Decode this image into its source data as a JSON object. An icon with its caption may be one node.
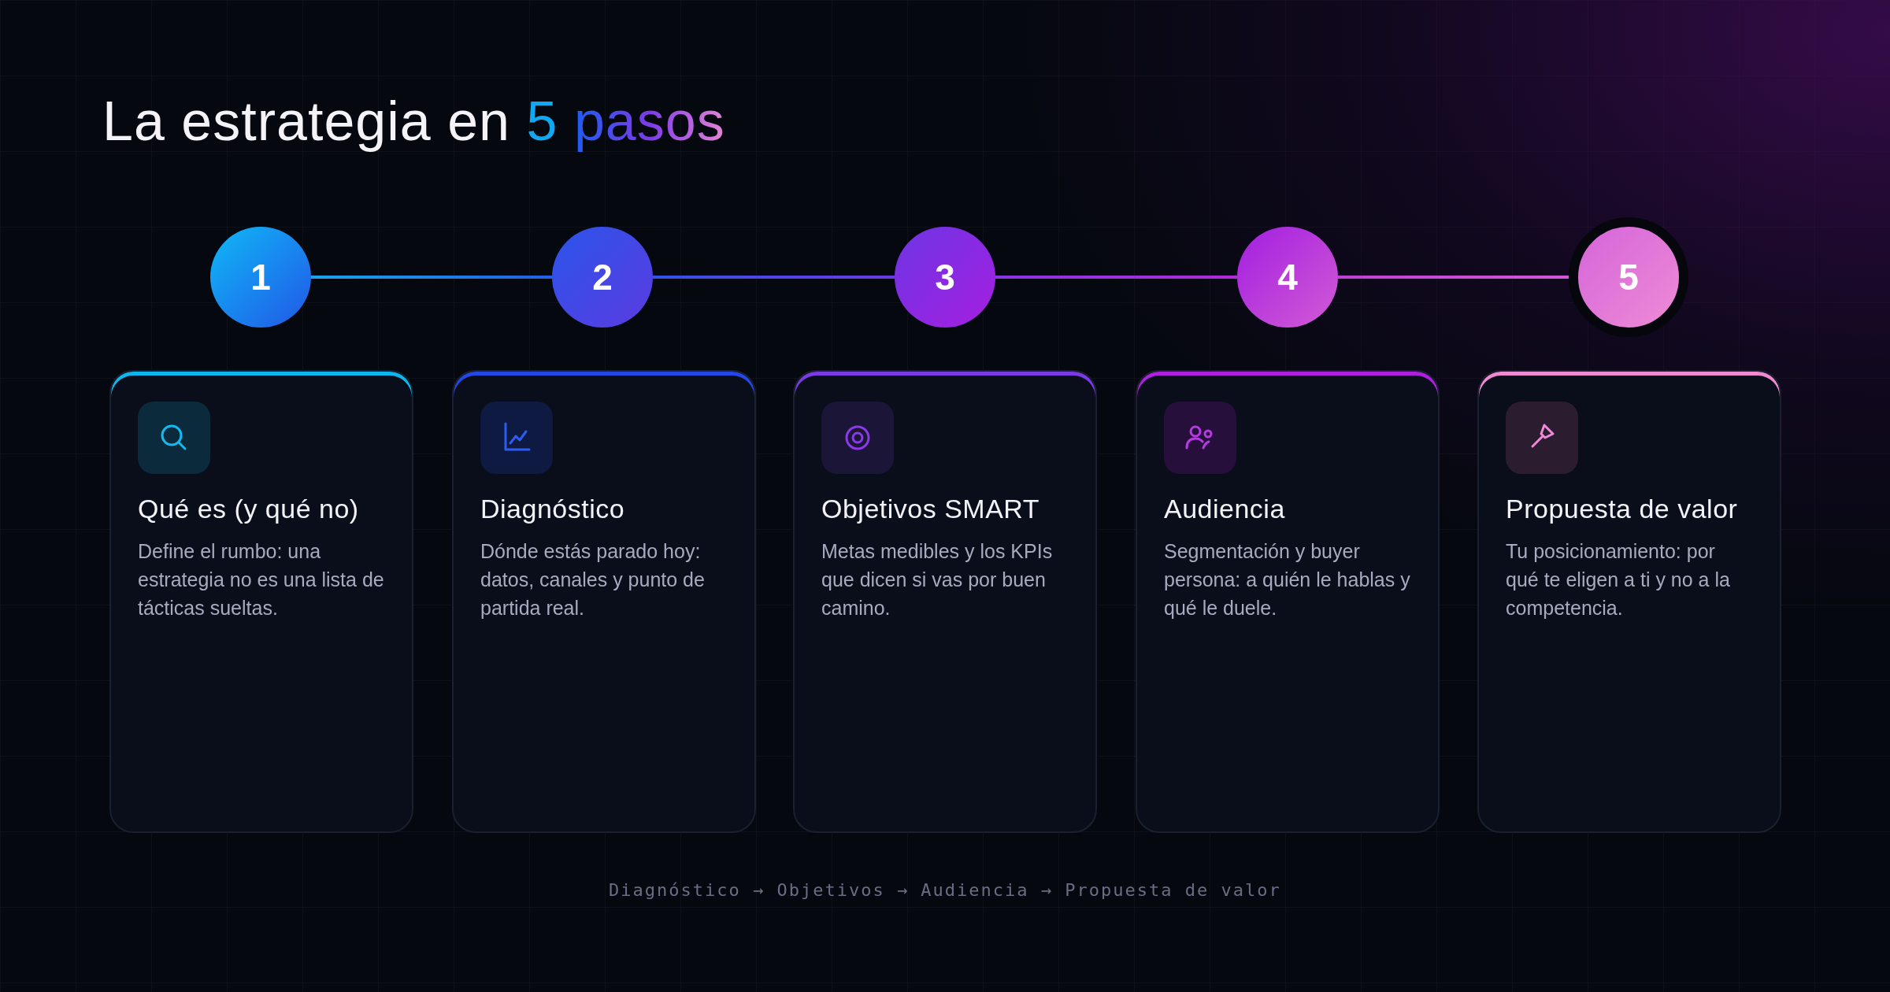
{
  "diagram": {
    "title": "La estrategia en 5 pasos",
    "nodes": [
      {
        "text": [
          "1"
        ]
      },
      {
        "text": [
          "2"
        ]
      },
      {
        "text": [
          "3"
        ]
      },
      {
        "text": [
          "4"
        ]
      },
      {
        "text": [
          "5"
        ]
      },
      {
        "text": [
          "Qué es (y qué no)",
          "Define el rumbo: una estrategia no es una lista de tácticas sueltas."
        ]
      },
      {
        "text": [
          "Diagnóstico",
          "Dónde estás parado hoy: datos, canales y punto de partida real."
        ]
      },
      {
        "text": [
          "Objetivos SMART",
          "Metas medibles y los KPIs que dicen si vas por buen camino."
        ]
      },
      {
        "text": [
          "Audiencia",
          "Segmentación y buyer persona: a quién le hablas y qué le duele."
        ]
      },
      {
        "text": [
          "Propuesta de valor",
          "Tu posicionamiento: por qué te eligen a ti y no a la competencia."
        ]
      }
    ],
    "edges": [
      {
        "from": 0,
        "to": 1,
        "arrow": "none"
      },
      {
        "from": 1,
        "to": 2,
        "arrow": "none"
      },
      {
        "from": 2,
        "to": 3,
        "arrow": "none"
      },
      {
        "from": 3,
        "to": 4,
        "arrow": "none"
      }
    ],
    "labels": [
      "Diagnóstico → Objetivos → Audiencia → Propuesta de valor"
    ]
  }
}
